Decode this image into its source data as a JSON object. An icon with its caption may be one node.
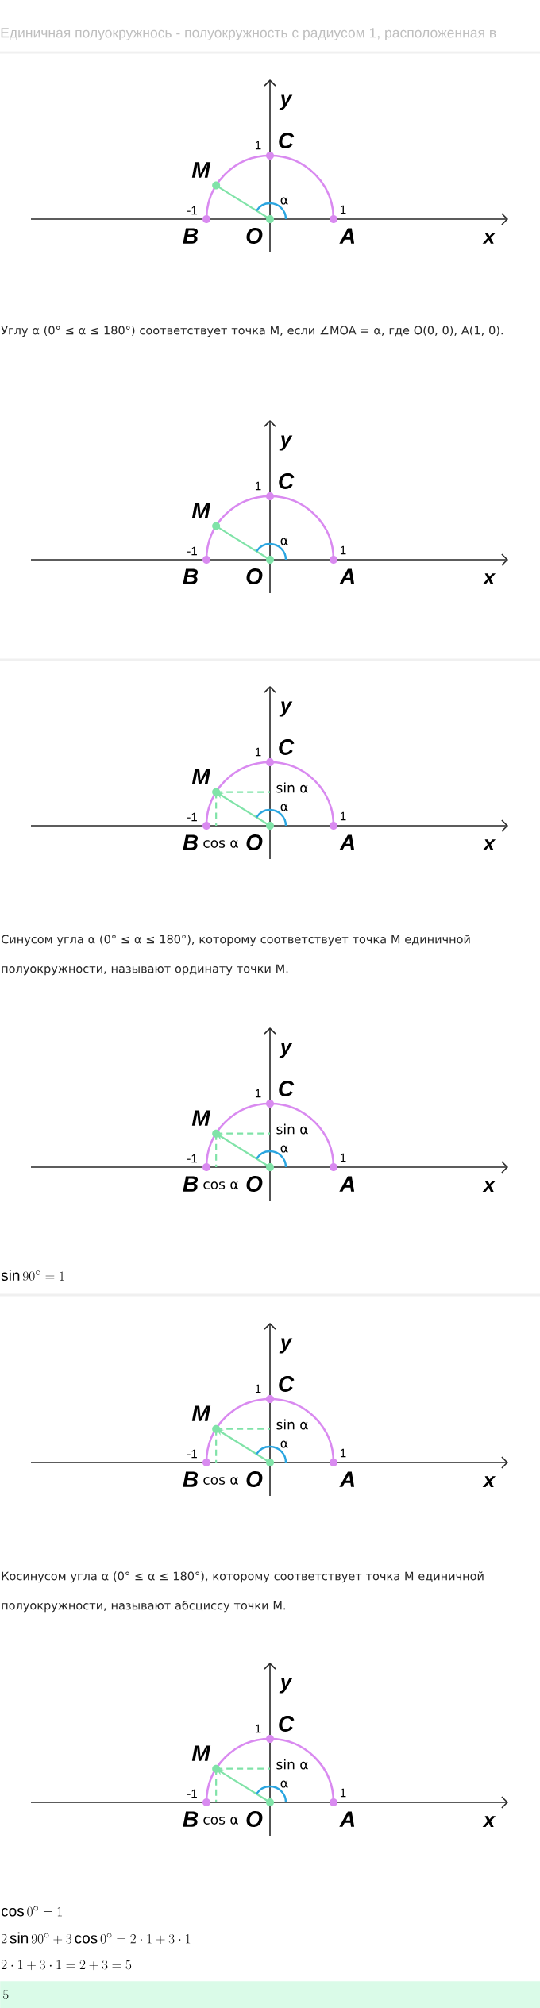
{
  "diagram": {
    "labels": [
      "Единичная полуокружнось - полуокружность с радиусом 1, расположенная в",
      "y",
      "1",
      "C",
      "M",
      "α",
      "-1",
      "1",
      "B",
      "O",
      "A",
      "x",
      "Углу α (0° ≤ α ≤ 180°) соответствует точка M, если ∠MOA = α, где O(0, 0), A(1, 0).",
      "y",
      "1",
      "C",
      "M",
      "α",
      "-1",
      "1",
      "B",
      "O",
      "A",
      "x",
      "y",
      "1",
      "C",
      "M",
      "sin α",
      "α",
      "-1",
      "1",
      "B",
      "cos α",
      "O",
      "A",
      "x",
      "Синусом угла α (0° ≤ α ≤ 180°), которому соответствует точка M единичной полуокружности, называют ординату точки M.",
      "y",
      "1",
      "C",
      "M",
      "sin α",
      "α",
      "-1",
      "1",
      "B",
      "cos α",
      "O",
      "A",
      "x",
      "\\sin 90^{\\circ} = 1",
      "y",
      "1",
      "C",
      "M",
      "sin α",
      "α",
      "-1",
      "1",
      "B",
      "cos α",
      "O",
      "A",
      "x",
      "Косинусом угла α (0° ≤ α ≤ 180°), которому соответствует точка M единичной полуокружности, называют абсциссу точки M.",
      "y",
      "1",
      "C",
      "M",
      "sin α",
      "α",
      "-1",
      "1",
      "B",
      "cos α",
      "O",
      "A",
      "x",
      "\\cos 0^{\\circ} = 1",
      "2\\sin 90^{\\circ} + 3\\cos 0^{\\circ} = 2\\cdot 1 + 3\\cdot 1",
      "2\\cdot 1 + 3\\cdot 1 = 2 + 3 = 5",
      "5"
    ]
  }
}
